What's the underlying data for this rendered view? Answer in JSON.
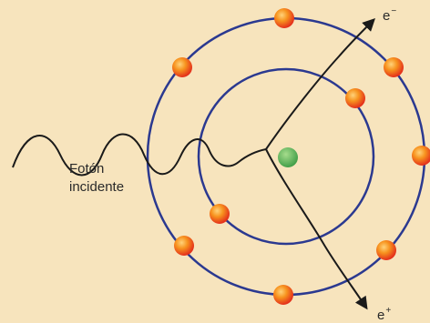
{
  "photon_label": {
    "line1": "Fotón",
    "line2": "incidente"
  },
  "electron_label": {
    "base": "e",
    "sign": "−"
  },
  "positron_label": {
    "base": "e",
    "sign": "+"
  },
  "colors": {
    "background": "#f7e4bd",
    "orbit": "#2b3990",
    "nucleus": "#5fb760",
    "electron": "#f15a24",
    "photon": "#1a1a1a"
  }
}
